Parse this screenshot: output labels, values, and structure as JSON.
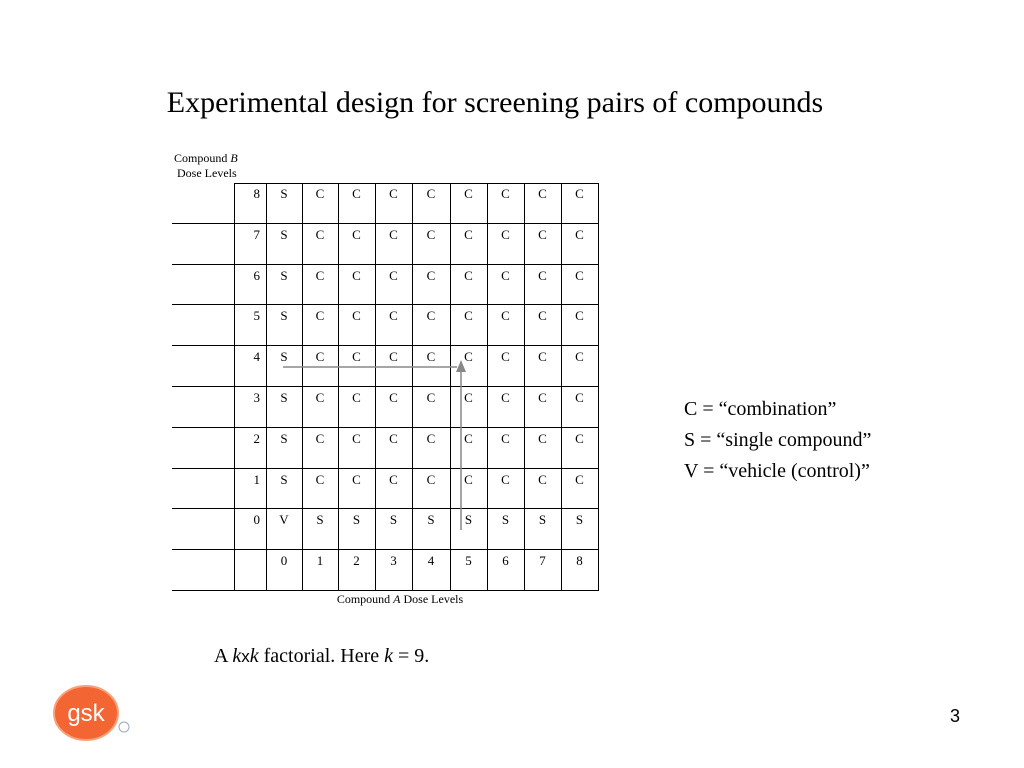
{
  "title": "Experimental design for screening pairs of compounds",
  "axis_b": {
    "line1_prefix": "Compound ",
    "line1_var": "B",
    "line2": "Dose Levels"
  },
  "axis_a": {
    "prefix": "Compound ",
    "var": "A",
    "suffix": " Dose Levels"
  },
  "row_labels": [
    "8",
    "7",
    "6",
    "5",
    "4",
    "3",
    "2",
    "1",
    "0",
    ""
  ],
  "grid_rows": [
    [
      "S",
      "C",
      "C",
      "C",
      "C",
      "C",
      "C",
      "C",
      "C"
    ],
    [
      "S",
      "C",
      "C",
      "C",
      "C",
      "C",
      "C",
      "C",
      "C"
    ],
    [
      "S",
      "C",
      "C",
      "C",
      "C",
      "C",
      "C",
      "C",
      "C"
    ],
    [
      "S",
      "C",
      "C",
      "C",
      "C",
      "C",
      "C",
      "C",
      "C"
    ],
    [
      "S",
      "C",
      "C",
      "C",
      "C",
      "C",
      "C",
      "C",
      "C"
    ],
    [
      "S",
      "C",
      "C",
      "C",
      "C",
      "C",
      "C",
      "C",
      "C"
    ],
    [
      "S",
      "C",
      "C",
      "C",
      "C",
      "C",
      "C",
      "C",
      "C"
    ],
    [
      "S",
      "C",
      "C",
      "C",
      "C",
      "C",
      "C",
      "C",
      "C"
    ],
    [
      "V",
      "S",
      "S",
      "S",
      "S",
      "S",
      "S",
      "S",
      "S"
    ],
    [
      "0",
      "1",
      "2",
      "3",
      "4",
      "5",
      "6",
      "7",
      "8"
    ]
  ],
  "legend": [
    "C = “combination”",
    "S = “single compound”",
    "V = “vehicle (control)”"
  ],
  "caption": {
    "a": "A ",
    "k1": "k",
    "x": "x",
    "k2": "k",
    "mid": " factorial.  Here ",
    "k3": "k",
    "end": " = 9."
  },
  "page_number": "3",
  "logo": {
    "text": "gsk",
    "color": "#f36633"
  }
}
